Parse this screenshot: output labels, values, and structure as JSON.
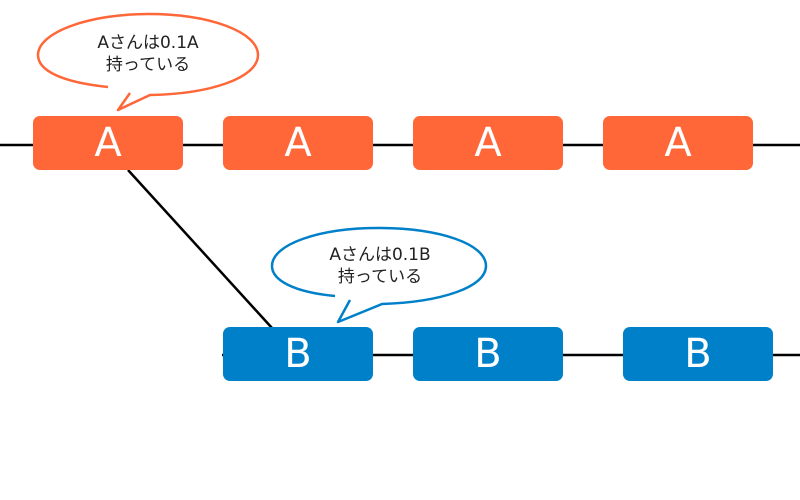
{
  "colors": {
    "chain_a": "#ff6638",
    "chain_b": "#0080c8",
    "line": "#000000",
    "bubble_fill": "#ffffff"
  },
  "chain_a": {
    "blocks": [
      "A",
      "A",
      "A",
      "A"
    ]
  },
  "chain_b": {
    "blocks": [
      "B",
      "B",
      "B"
    ]
  },
  "bubble_a": {
    "line1": "Aさんは0.1A",
    "line2": "持っている"
  },
  "bubble_b": {
    "line1": "Aさんは0.1B",
    "line2": "持っている"
  }
}
